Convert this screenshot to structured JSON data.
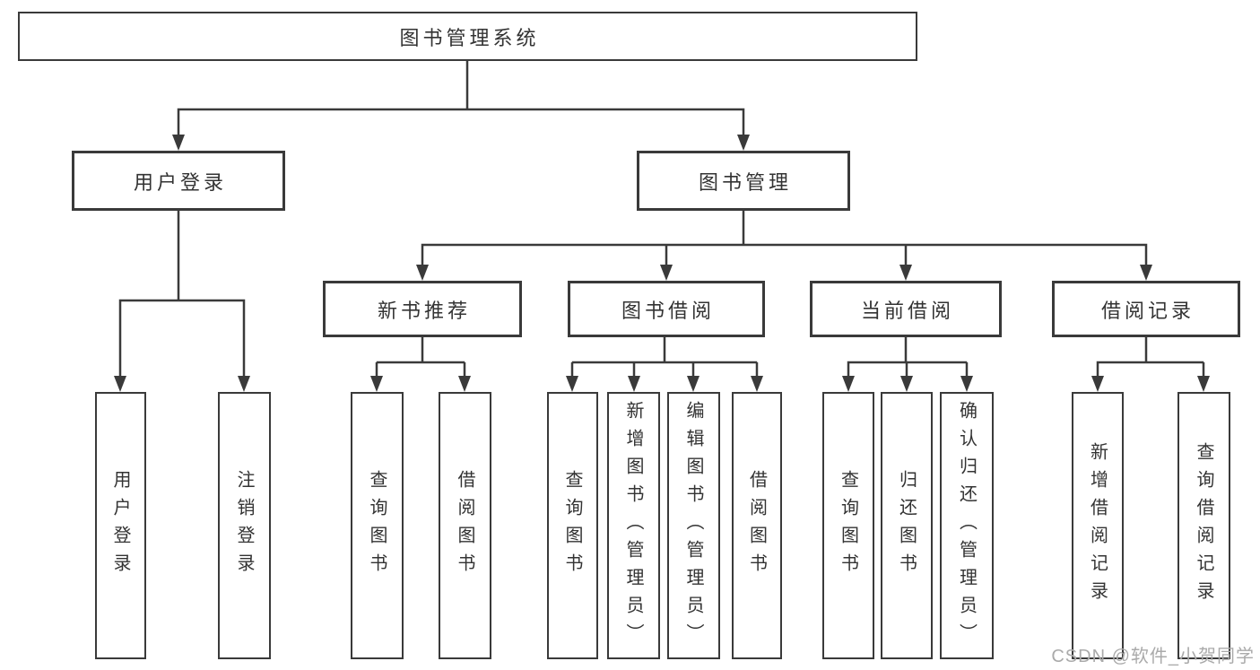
{
  "colors": {
    "line": "#3a3a3a",
    "text": "#333333",
    "box_background": "#ffffff",
    "watermark": "#aaaaaa"
  },
  "tree": {
    "root": {
      "label": "图书管理系统"
    },
    "level2": [
      {
        "label": "用户登录",
        "children": [
          {
            "label": "用户登录"
          },
          {
            "label": "注销登录"
          }
        ]
      },
      {
        "label": "图书管理",
        "children": [
          {
            "label": "新书推荐",
            "children": [
              {
                "label": "查询图书"
              },
              {
                "label": "借阅图书"
              }
            ]
          },
          {
            "label": "图书借阅",
            "children": [
              {
                "label": "查询图书"
              },
              {
                "label": "新增图书（管理员）"
              },
              {
                "label": "编辑图书（管理员）"
              },
              {
                "label": "借阅图书"
              }
            ]
          },
          {
            "label": "当前借阅",
            "children": [
              {
                "label": "查询图书"
              },
              {
                "label": "归还图书"
              },
              {
                "label": "确认归还（管理员）"
              }
            ]
          },
          {
            "label": "借阅记录",
            "children": [
              {
                "label": "新增借阅记录"
              },
              {
                "label": "查询借阅记录"
              }
            ]
          }
        ]
      }
    ]
  },
  "watermark": {
    "text": "CSDN @软件_小贺同学"
  }
}
